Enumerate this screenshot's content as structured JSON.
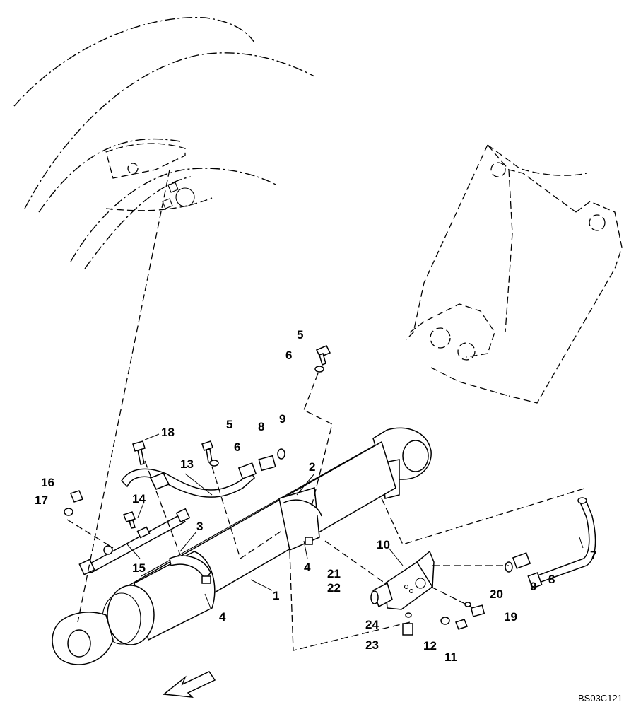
{
  "diagram": {
    "drawing_code": "BS03C121",
    "callouts": [
      "1",
      "2",
      "3",
      "4",
      "4",
      "5",
      "5",
      "6",
      "6",
      "7",
      "8",
      "8",
      "9",
      "9",
      "10",
      "11",
      "12",
      "13",
      "14",
      "15",
      "16",
      "17",
      "18",
      "19",
      "20",
      "21",
      "22",
      "23",
      "24"
    ]
  }
}
